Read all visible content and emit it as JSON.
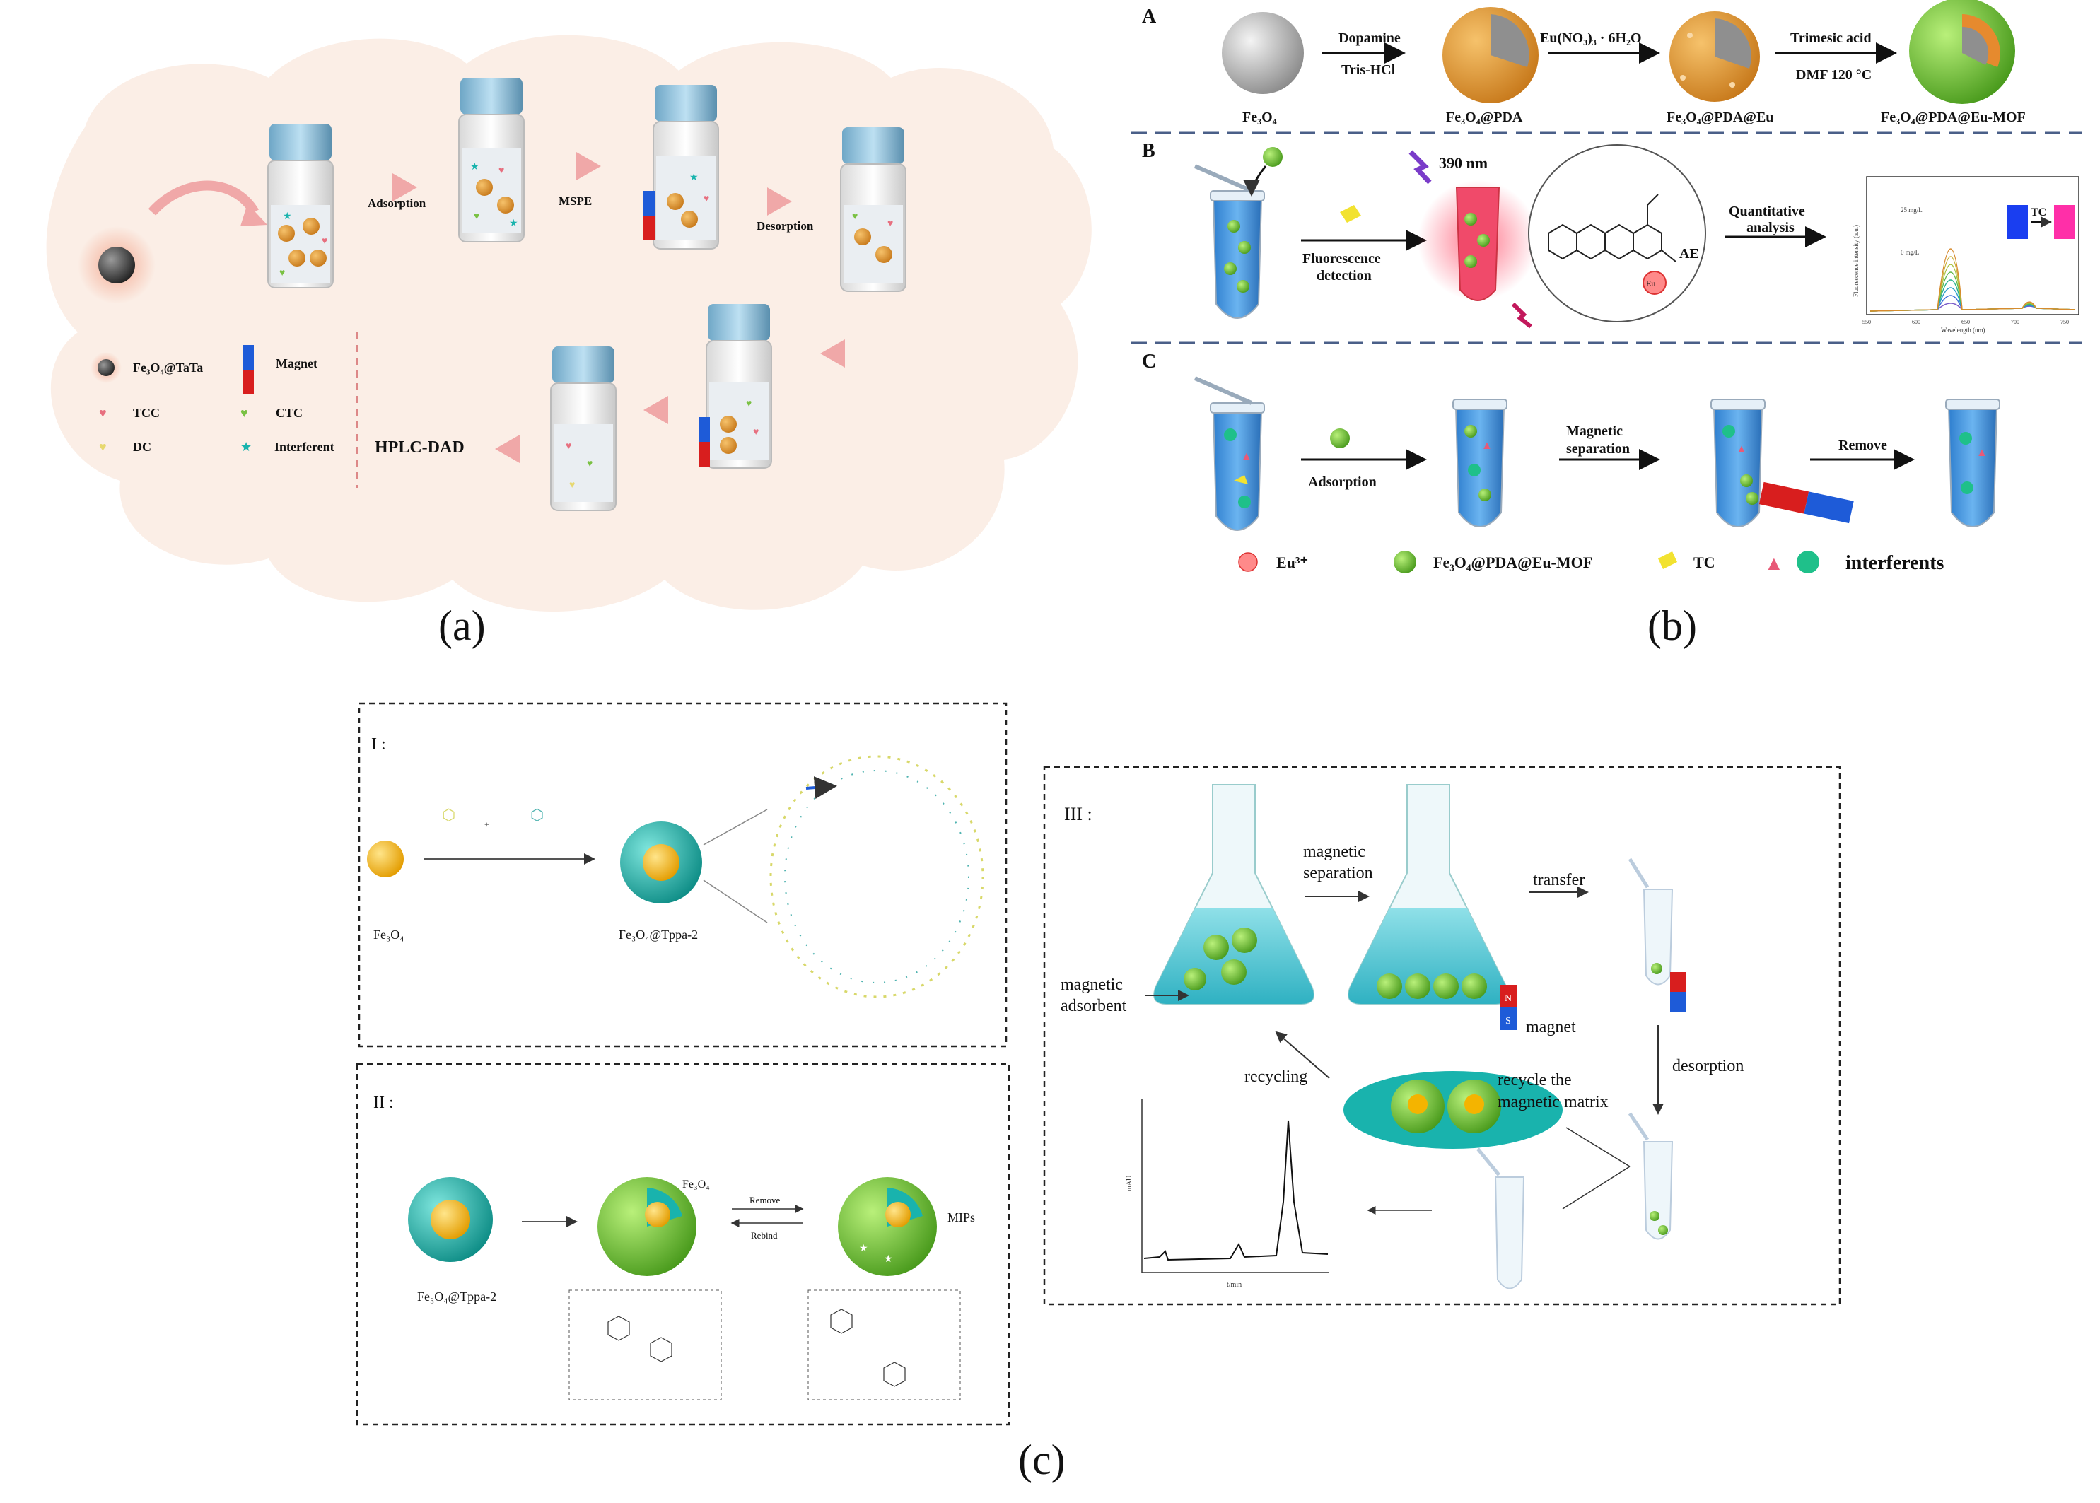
{
  "panel_a": {
    "caption": "(a)",
    "steps": [
      "Adsorption",
      "MSPE",
      "Desorption"
    ],
    "analysis": "HPLC-DAD",
    "legend": {
      "particle": "Fe₃O₄@TaTa",
      "magnet": "Magnet",
      "tcc": "TCC",
      "ctc": "CTC",
      "dc": "DC",
      "interferent": "Interferent"
    }
  },
  "panel_b": {
    "caption": "(b)",
    "row_labels": [
      "A",
      "B",
      "C"
    ],
    "row_a": {
      "materials": [
        "Fe₃O₄",
        "Fe₃O₄@PDA",
        "Fe₃O₄@PDA@Eu",
        "Fe₃O₄@PDA@Eu-MOF"
      ],
      "arrow1_top": "Dopamine",
      "arrow1_bottom": "Tris-HCl",
      "arrow2_top": "Eu(NO₃)₃ · 6H₂O",
      "arrow3_top": "Trimesic acid",
      "arrow3_bottom": "DMF  120 °C"
    },
    "row_b": {
      "wavelength": "390 nm",
      "step1_line1": "Fluorescence",
      "step1_line2": "detection",
      "ae_label": "AE",
      "eu_label": "Eu",
      "step2_line1": "Quantitative",
      "step2_line2": "analysis",
      "tc_label": "TC",
      "spectrum_ylabel": "Fluorescence intensity (a.u.)",
      "spectrum_xlabel": "Wavelength (nm)",
      "spectrum_top_conc": "25 mg/L",
      "spectrum_bottom_conc": "0 mg/L",
      "spectrum_xticks": [
        "550",
        "600",
        "650",
        "700",
        "750"
      ]
    },
    "row_c": {
      "step1": "Adsorption",
      "step2_line1": "Magnetic",
      "step2_line2": "separation",
      "step3": "Remove"
    },
    "legend": {
      "eu": "Eu³⁺",
      "mof": "Fe₃O₄@PDA@Eu-MOF",
      "tc": "TC",
      "interferents": "interferents"
    }
  },
  "panel_c": {
    "caption": "(c)",
    "box1": {
      "label": "I :",
      "core": "Fe₃O₄",
      "shell": "Fe₃O₄@Tppa-2"
    },
    "box2": {
      "label": "II :",
      "start": "Fe₃O₄@Tppa-2",
      "core_label": "Fe₃O₄",
      "remove": "Remove",
      "rebind": "Rebind",
      "mips": "MIPs"
    },
    "box3": {
      "label": "III :",
      "magnetic_separation_line1": "magnetic",
      "magnetic_separation_line2": "separation",
      "transfer": "transfer",
      "magnetic_adsorbent_line1": "magnetic",
      "magnetic_adsorbent_line2": "adsorbent",
      "magnet": "magnet",
      "desorption": "desorption",
      "recycling": "recycling",
      "recycle_line1": "recycle the",
      "recycle_line2": "magnetic matrix",
      "magnet_n": "N",
      "magnet_s": "S",
      "chrom_ylabel": "mAU",
      "chrom_xlabel": "t/min"
    }
  },
  "colors": {
    "panel_a_cloud": "#fbeee6",
    "arrow_pink": "#f0a8a8",
    "tube_blue": "#3d8fd8",
    "teal": "#19b3ad",
    "core_gold": "#f4b400",
    "green_sphere": "#7ac143",
    "magnet_red": "#d81e1e",
    "magnet_blue": "#1e5bd8"
  }
}
